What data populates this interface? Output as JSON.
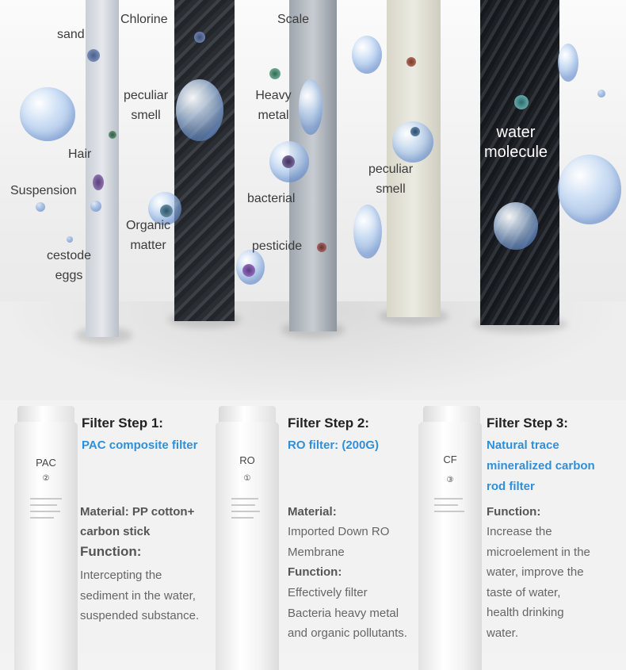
{
  "labels": {
    "sand": "sand",
    "chlorine": "Chlorine",
    "peculiar_smell_1": [
      "peculiar",
      "smell"
    ],
    "hair": "Hair",
    "suspension": "Suspension",
    "organic_matter": [
      "Organic",
      "matter"
    ],
    "cestode_eggs": [
      "cestode",
      "eggs"
    ],
    "scale": "Scale",
    "heavy_metal": [
      "Heavy",
      "metal"
    ],
    "bacterial": "bacterial",
    "pesticide": "pesticide",
    "peculiar_smell_2": [
      "peculiar",
      "smell"
    ],
    "water_molecule": [
      "water",
      "molecule"
    ]
  },
  "filters": [
    {
      "cartridge_label": "PAC",
      "cartridge_number": "②",
      "step": "Filter Step 1:",
      "name": "PAC composite filter",
      "material_label": "Material: PP cotton+",
      "material_value": "carbon stick",
      "function_label": "Function:",
      "function_lines": [
        "Intercepting the",
        "sediment in the water,",
        "suspended substance."
      ]
    },
    {
      "cartridge_label": "RO",
      "cartridge_number": "①",
      "step": "Filter Step 2:",
      "name": "RO filter: (200G)",
      "material_label": "Material:",
      "material_lines": [
        "Imported Down RO",
        "Membrane"
      ],
      "function_label": "Function:",
      "function_lines": [
        "Effectively filter",
        "Bacteria heavy metal",
        "and organic pollutants."
      ]
    },
    {
      "cartridge_label": "CF",
      "cartridge_number": "③",
      "step": "Filter Step 3:",
      "name_lines": [
        "Natural trace",
        "mineralized carbon",
        "rod filter"
      ],
      "function_label": "Function:",
      "function_lines": [
        "Increase the",
        "microelement in the",
        "water, improve the",
        "taste of water,",
        "health drinking",
        "water."
      ]
    }
  ]
}
